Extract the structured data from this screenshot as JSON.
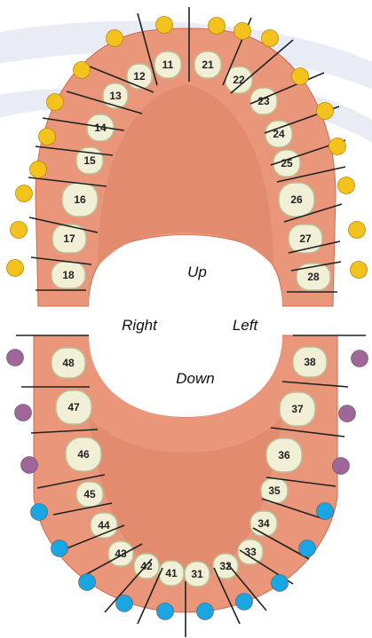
{
  "labels": {
    "up": "Up",
    "down": "Down",
    "right": "Right",
    "left": "Left"
  },
  "colors": {
    "background": "#ffffff",
    "swoosh": "#e4e7f2",
    "gum": "#e9967a",
    "gum_dark": "#cf6a4e",
    "palate": "#e28a6d",
    "tooth": "#f1f0d6",
    "tooth_edge": "#b9c095",
    "divider": "#222222",
    "marker_upper": "#f4c21c",
    "marker_lower_molar": "#a0669a",
    "marker_lower_front": "#1aa6e3"
  },
  "upper_teeth": [
    "18",
    "17",
    "16",
    "15",
    "14",
    "13",
    "12",
    "11",
    "21",
    "22",
    "23",
    "24",
    "25",
    "26",
    "27",
    "28"
  ],
  "lower_teeth": [
    "48",
    "47",
    "46",
    "45",
    "44",
    "43",
    "42",
    "41",
    "31",
    "32",
    "33",
    "34",
    "35",
    "36",
    "37",
    "38"
  ],
  "marker_colors": {
    "upper": "marker_upper",
    "lower": [
      "marker_lower_molar",
      "marker_lower_molar",
      "marker_lower_molar",
      "marker_lower_front",
      "marker_lower_front",
      "marker_lower_front",
      "marker_lower_front",
      "marker_lower_front",
      "marker_lower_front",
      "marker_lower_front",
      "marker_lower_front",
      "marker_lower_front",
      "marker_lower_front",
      "marker_lower_molar",
      "marker_lower_molar",
      "marker_lower_molar"
    ]
  }
}
